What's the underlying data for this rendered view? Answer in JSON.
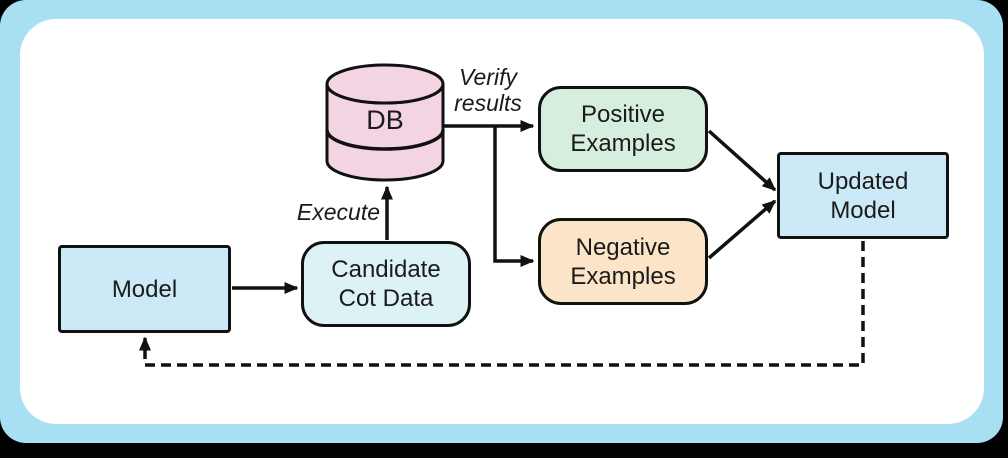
{
  "colors": {
    "background": "#000000",
    "frame": "#A9DFF3",
    "panel": "#FFFFFF",
    "line": "#111111",
    "text": "#1B1B1B"
  },
  "nodes": {
    "model": {
      "label": "Model",
      "fill": "#CBE9F7"
    },
    "candidate_cot_data": {
      "label": "Candidate\nCot Data",
      "fill": "#DCF2F4"
    },
    "db": {
      "label": "DB",
      "fill": "#F3D4E3"
    },
    "positive_examples": {
      "label": "Positive\nExamples",
      "fill": "#D6EEDD"
    },
    "negative_examples": {
      "label": "Negative\nExamples",
      "fill": "#FBE4C7"
    },
    "updated_model": {
      "label": "Updated\nModel",
      "fill": "#CBE9F7"
    }
  },
  "edge_labels": {
    "execute": "Execute",
    "verify_results": "Verify\nresults"
  }
}
